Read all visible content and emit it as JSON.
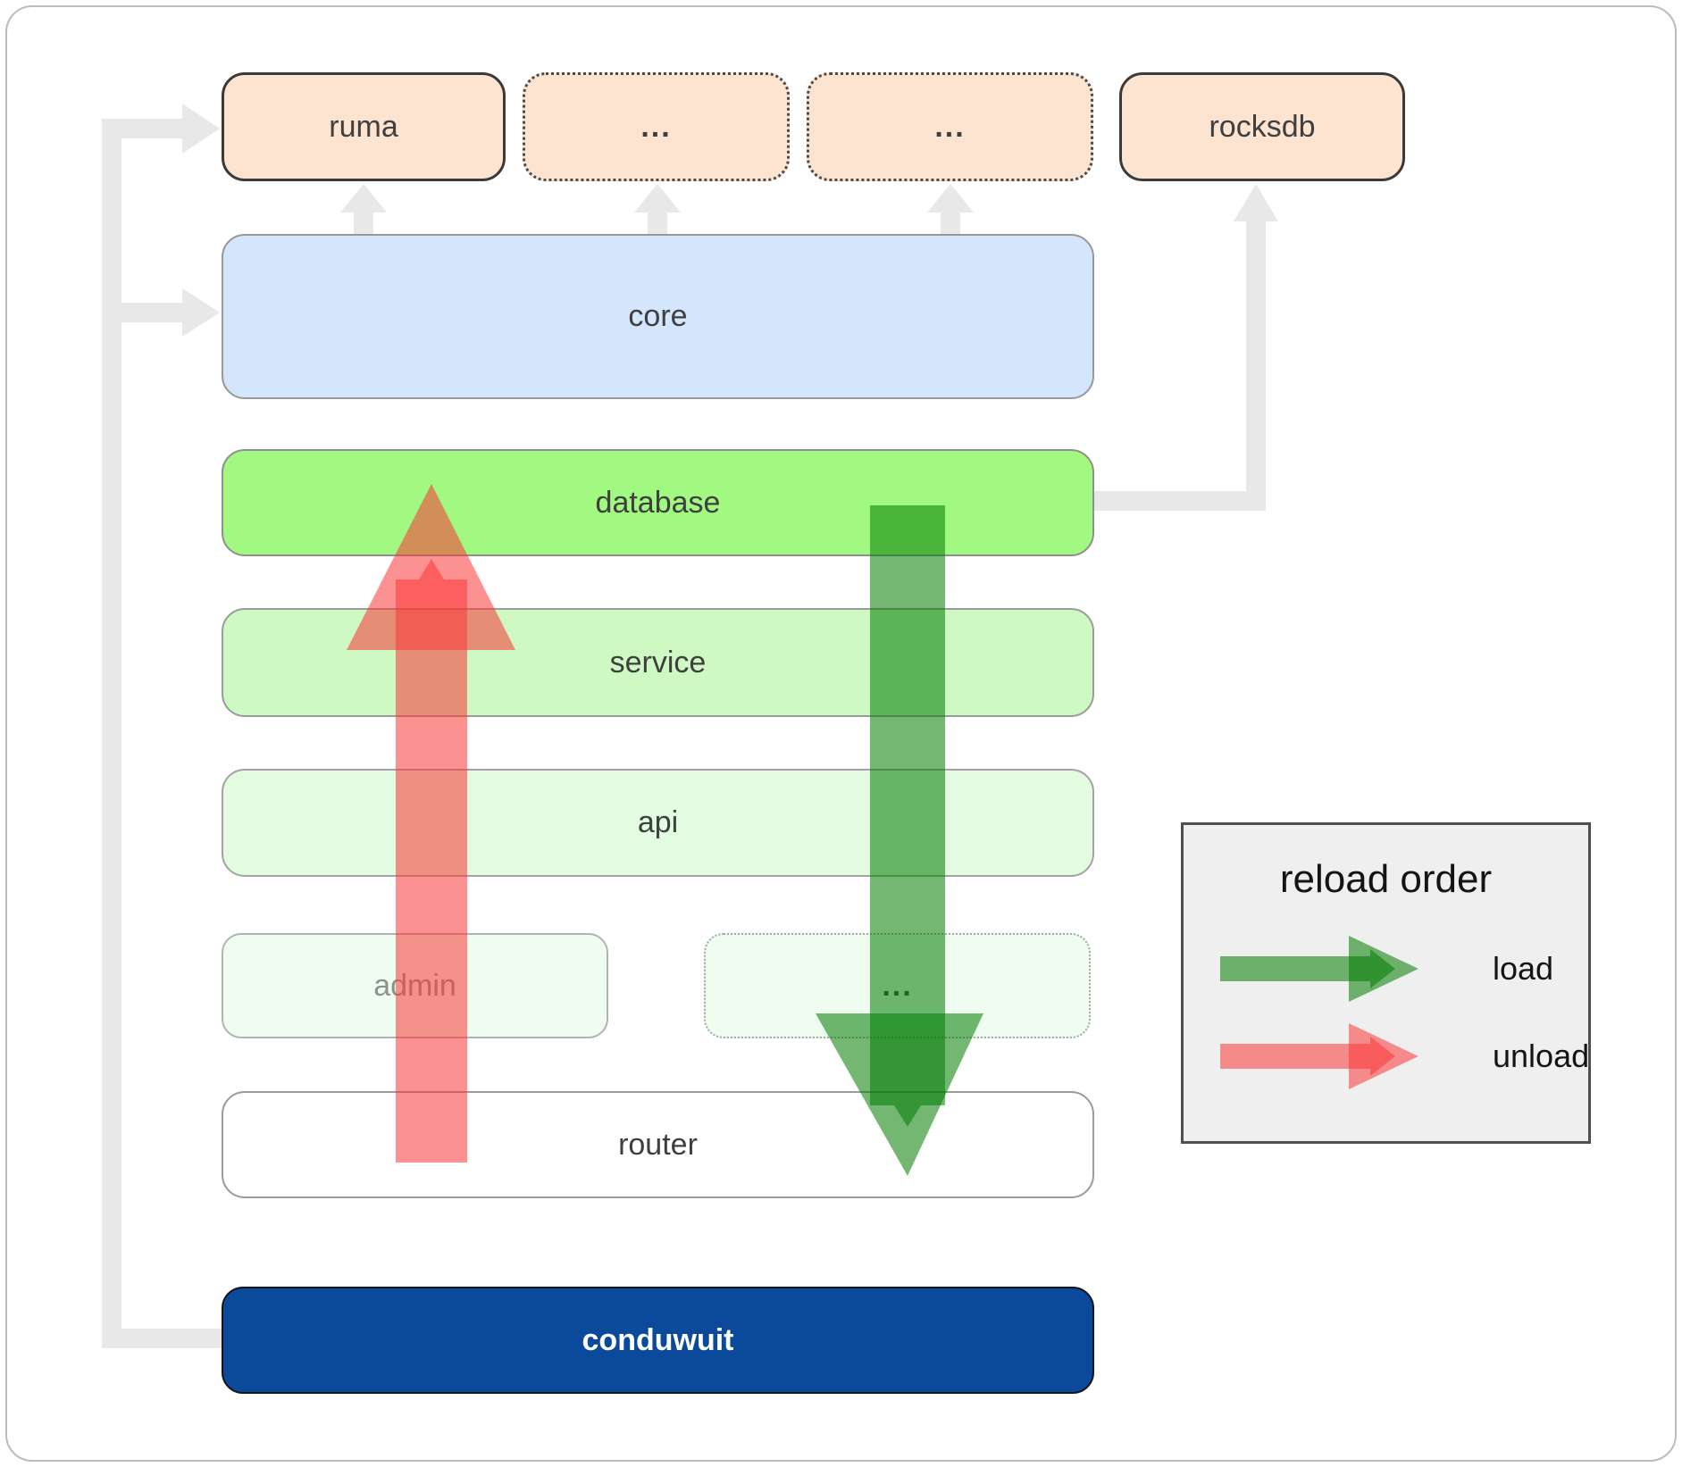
{
  "boxes": {
    "ruma": "ruma",
    "ellipsis_top_1": "...",
    "ellipsis_top_2": "...",
    "rocksdb": "rocksdb",
    "core": "core",
    "database": "database",
    "service": "service",
    "api": "api",
    "admin": "admin",
    "ellipsis_admin": "...",
    "router": "router",
    "conduwuit": "conduwuit"
  },
  "legend": {
    "title": "reload order",
    "load_label": "load",
    "unload_label": "unload"
  },
  "colors": {
    "peach": "#fce4d1",
    "core_blue": "#d3e6fb",
    "database_green": "#a1f981",
    "service_green": "#cff9c2",
    "api_green": "#e3fbe0",
    "admin_green": "#eefdf0",
    "conduwuit_blue": "#0b4a9b",
    "legend_bg": "#efefef",
    "connector_gray": "#e8e8e8",
    "load_green": "#007c00",
    "unload_red": "#f93737",
    "label_dark": "#3f3f3f"
  }
}
